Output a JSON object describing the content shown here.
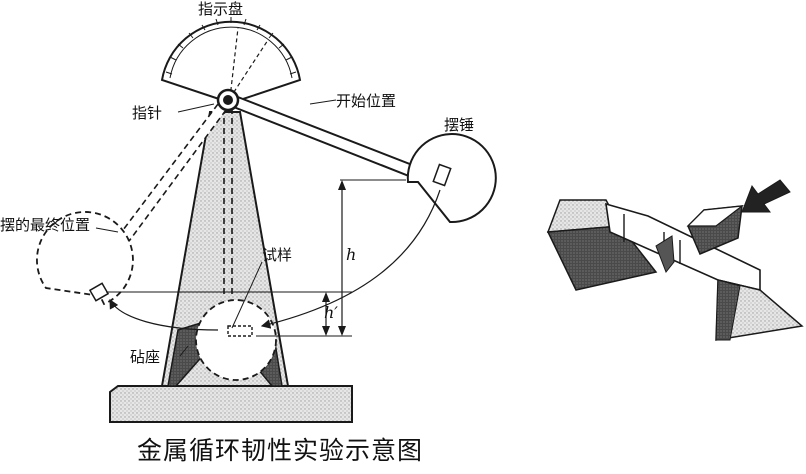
{
  "labels": {
    "dial": "指示盘",
    "start_position": "开始位置",
    "pointer": "指针",
    "hammer": "摆锤",
    "final_position": "摆的最终位置",
    "specimen": "试样",
    "anvil": "砧座",
    "h": "h",
    "h_prime": "h′"
  },
  "caption": "金属循环韧性实验示意图",
  "colors": {
    "line": "#1a1a1a",
    "stipple": "#d9d9d9",
    "dark_fill": "#444444",
    "base_fill": "#d4d4d4"
  }
}
